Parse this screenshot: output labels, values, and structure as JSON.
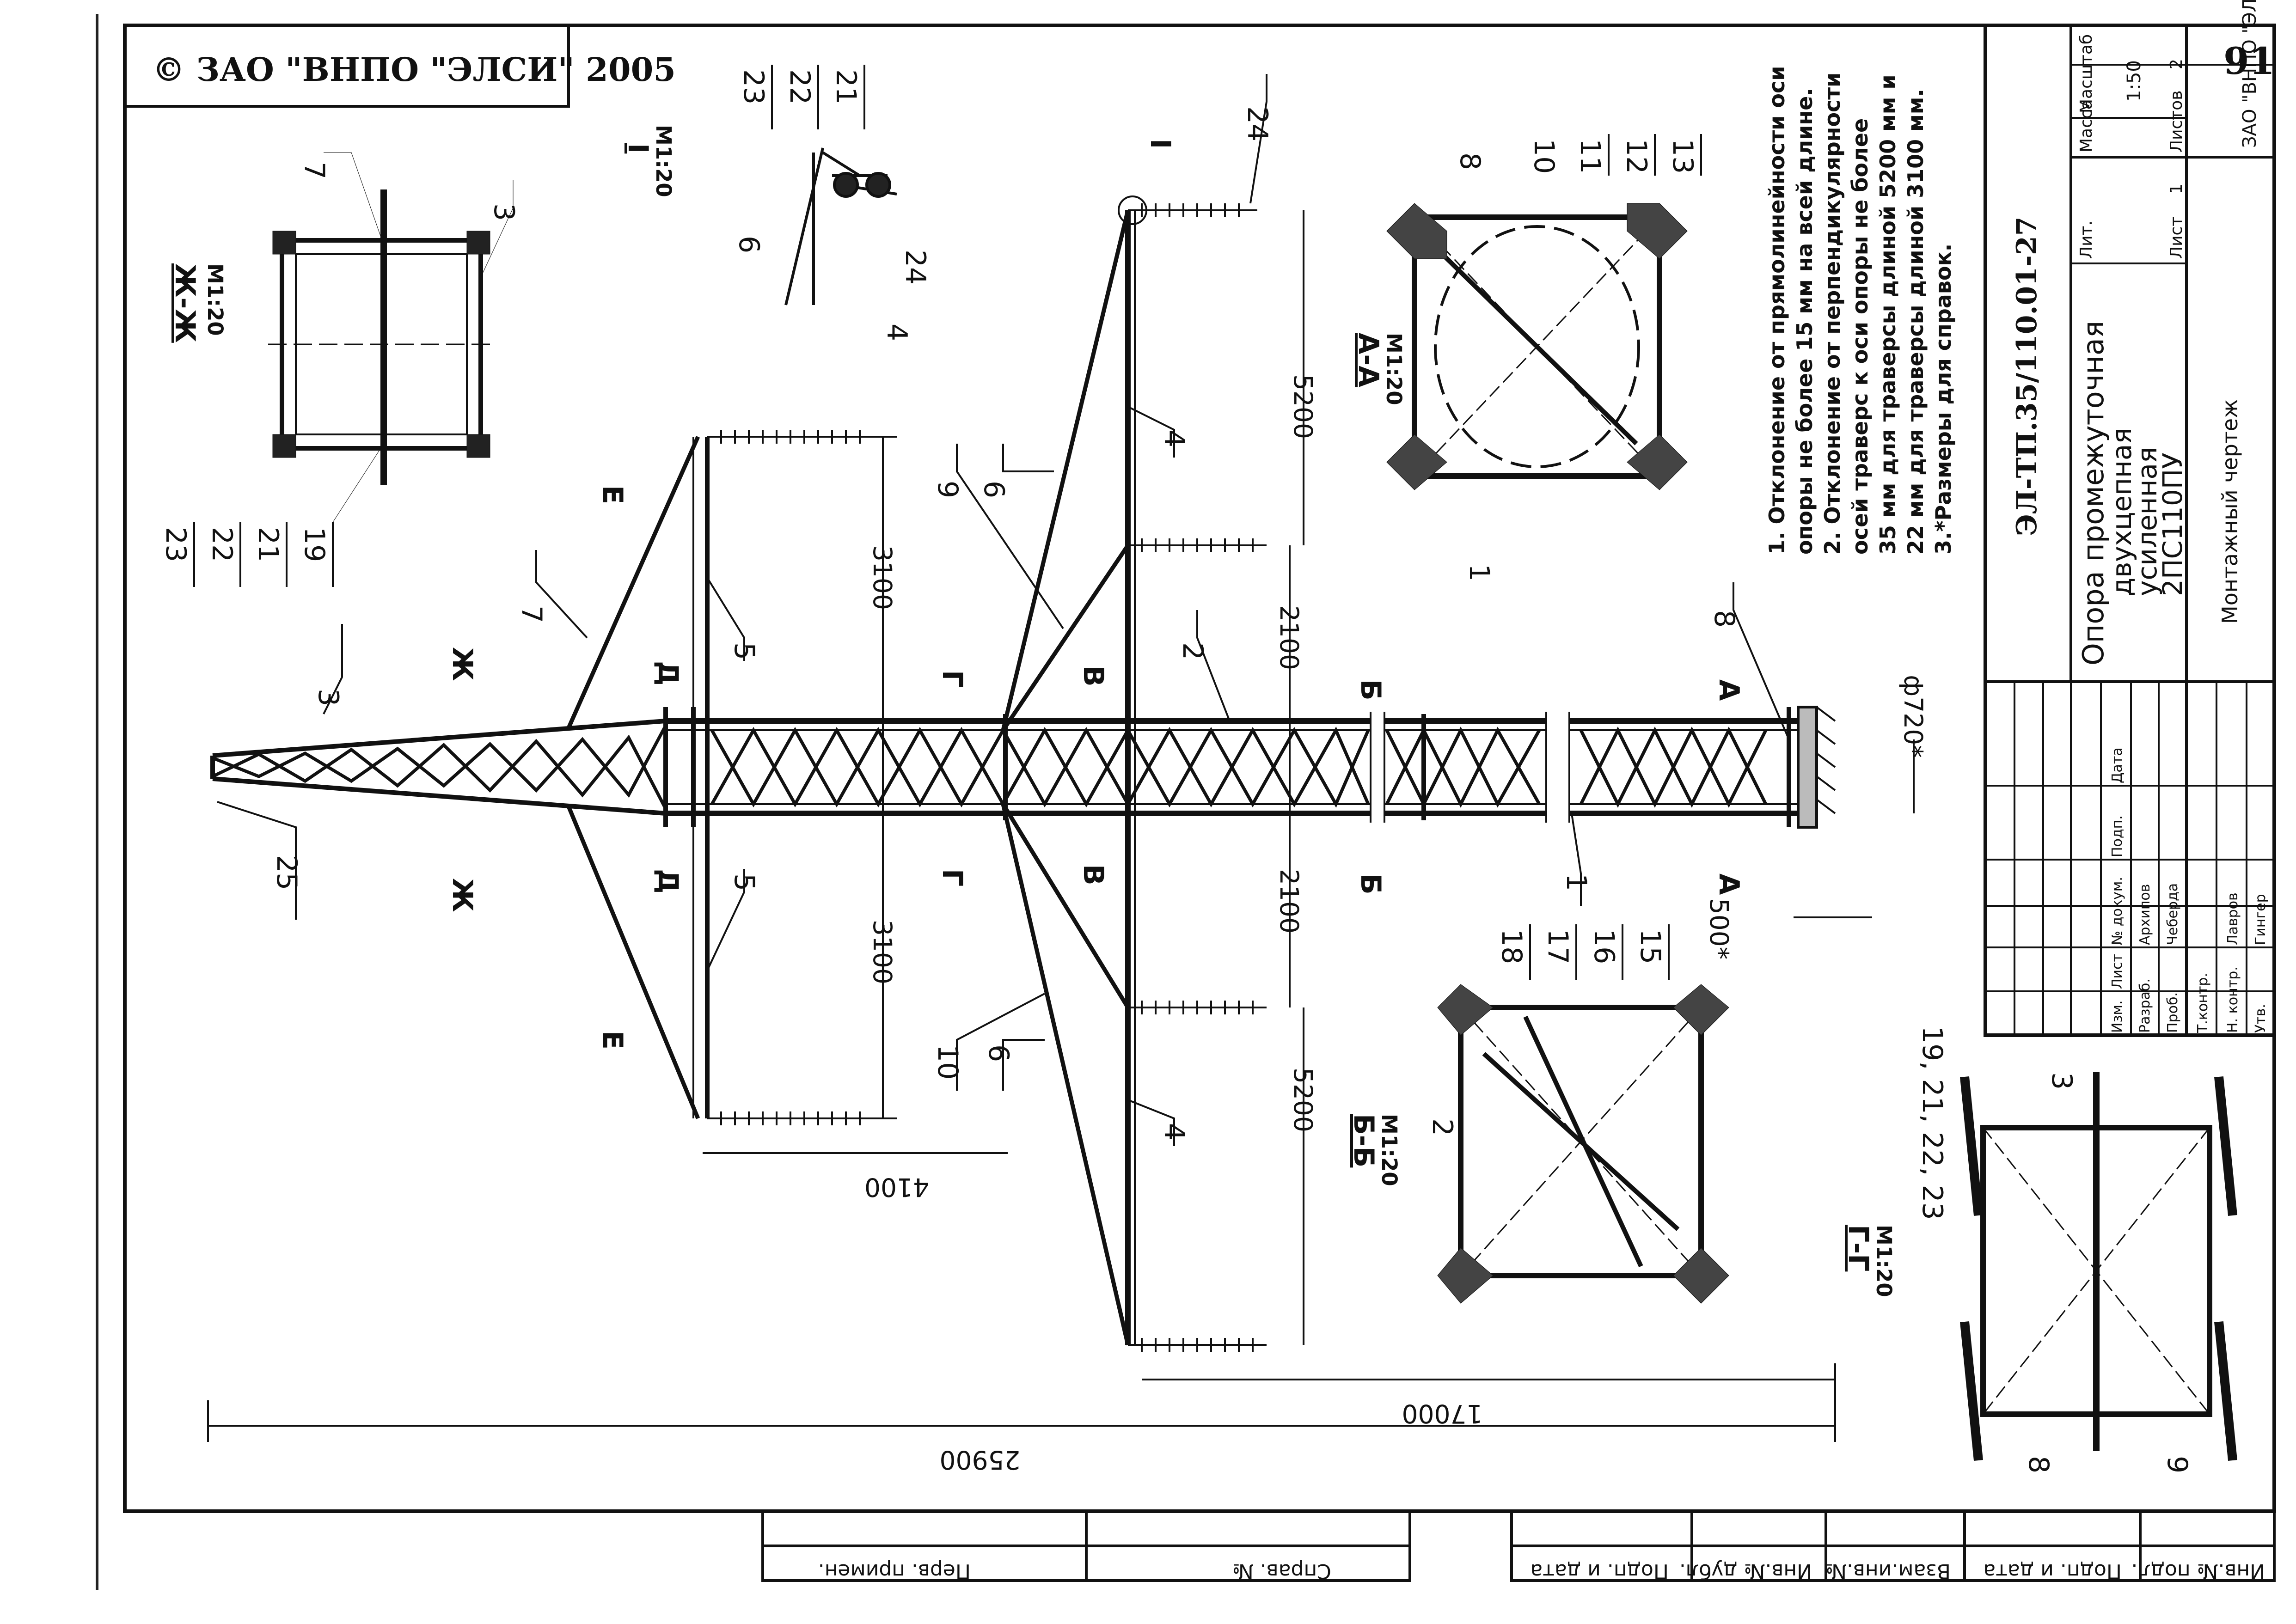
{
  "copyright": "© ЗАО \"ВНПО \"ЭЛСИ\" 2005",
  "sheet_number": "91",
  "doc_code": "ЭЛ-ТП.35/110.01-27",
  "title_lines": [
    "Опора промежуточная",
    "двухцепная",
    "усиленная",
    "2ПС110ПУ"
  ],
  "drawing_type": "Монтажный чертеж",
  "company": "ЗАО \"ВНПО \"ЭЛСИ\"",
  "stamp": {
    "hdr_lit": "Лит.",
    "hdr_mass": "Масса",
    "hdr_scale": "Масштаб",
    "scale": "1:50",
    "sheet_label": "Лист",
    "sheet_value": "1",
    "sheets_label": "Листов",
    "sheets_value": "2",
    "hdr_izm": "Изм.",
    "hdr_list": "Лист",
    "hdr_doc": "№ докум.",
    "hdr_sign": "Подп.",
    "hdr_date": "Дата",
    "roles": [
      {
        "role": "Разраб.",
        "name": "Архипов"
      },
      {
        "role": "Проб.",
        "name": "Чеберда"
      },
      {
        "role": "Т.контр.",
        "name": ""
      },
      {
        "role": "Н. контр.",
        "name": "Лавров"
      },
      {
        "role": "Утв.",
        "name": "Гингер"
      }
    ]
  },
  "notes": [
    "1. Отклонение от прямолинейности оси",
    "опоры не более 15 мм на всей длине.",
    "2. Отклонение   от перпендикулярности",
    "осей траверс к оси опоры не более",
    "35 мм для траверсы длиной 5200 мм и",
    "22 мм для траверсы длиной 3100 мм.",
    "3.*Размеры для справок."
  ],
  "sections": {
    "aa": {
      "label": "А-А",
      "scale": "М1:20"
    },
    "bb": {
      "label": "Б-Б",
      "scale": "М1:20"
    },
    "gg": {
      "label": "Г-Г",
      "scale": "М1:20"
    },
    "zhzh": {
      "label": "Ж-Ж",
      "scale": "М1:20"
    },
    "i": {
      "label": "I",
      "scale": "М1:20"
    }
  },
  "section_marks": [
    "А",
    "Б",
    "В",
    "Г",
    "Д",
    "Е",
    "Ж",
    "I"
  ],
  "dimensions": {
    "d25900": "25900",
    "d17000": "17000",
    "d4100": "4100",
    "d3100_top": "3100",
    "d3100_bot": "3100",
    "d2100_top": "2100",
    "d2100_bot": "2100",
    "d5200_top": "5200",
    "d5200_bot": "5200",
    "d500": "500*",
    "d720": "ф720*"
  },
  "callouts": {
    "c1": "1",
    "c2": "2",
    "c3": "3",
    "c4": "4",
    "c5": "5",
    "c6": "6",
    "c7": "7",
    "c8": "8",
    "c9": "9",
    "c10": "10",
    "c24": "24",
    "c25": "25",
    "zh_stack": [
      "23",
      "22",
      "21",
      "19"
    ],
    "i_stack": [
      "23",
      "22",
      "21"
    ],
    "aa_stack": [
      "11",
      "12",
      "13"
    ],
    "bb_stack": [
      "18",
      "17",
      "16",
      "15"
    ],
    "gg_list": "19, 21, 22, 23"
  },
  "bottom_strip": {
    "left": [
      "Перв. примен.",
      "Справ. №"
    ],
    "right": [
      "Подп. и дата",
      "Инв.№ дубл.",
      "Взам.инв.№",
      "Подп. и дата",
      "Инв.№ подл."
    ]
  }
}
